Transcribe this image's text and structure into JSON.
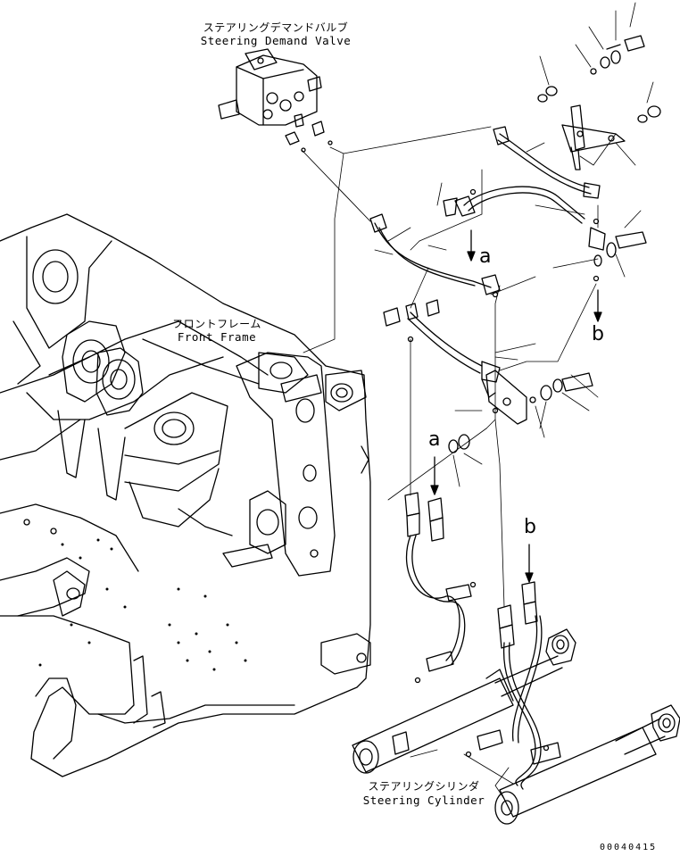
{
  "labels": {
    "valve_jp": "ステアリングデマンドバルブ",
    "valve_en": "Steering Demand Valve",
    "frame_jp": "フロントフレーム",
    "frame_en": "Front Frame",
    "cylinder_jp": "ステアリングシリンダ",
    "cylinder_en": "Steering Cylinder"
  },
  "callouts": {
    "a": "a",
    "b": "b"
  },
  "doc_number": "00040415"
}
